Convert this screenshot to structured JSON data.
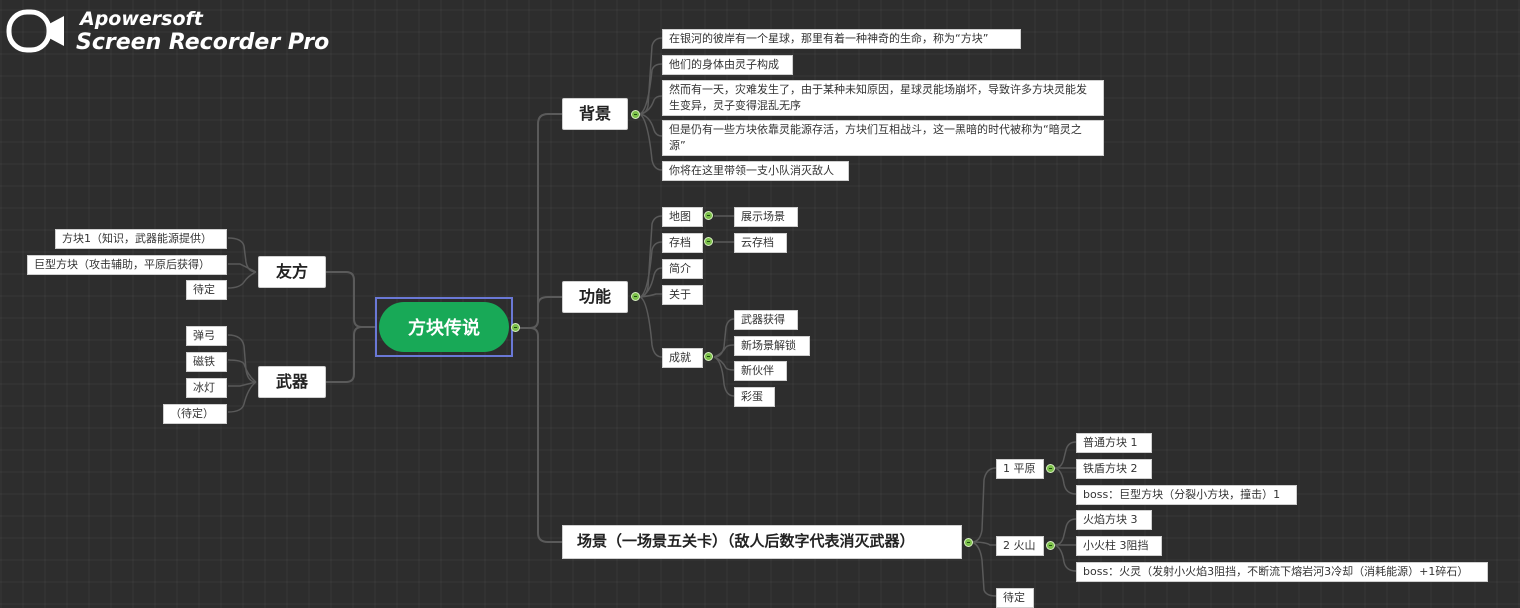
{
  "watermark": {
    "brand": "Apowersoft",
    "product": "Screen Recorder Pro",
    "icon": "camera-icon"
  },
  "root": "方块传说",
  "left": {
    "friends": {
      "label": "友方",
      "items": [
        "方块1（知识，武器能源提供）",
        "巨型方块（攻击辅助，平原后获得）",
        "待定"
      ]
    },
    "weapons": {
      "label": "武器",
      "items": [
        "弹弓",
        "磁铁",
        "冰灯",
        "（待定）"
      ]
    }
  },
  "background": {
    "label": "背景",
    "items": [
      "在银河的彼岸有一个星球，那里有着一种神奇的生命，称为“方块”",
      "他们的身体由灵子构成",
      "然而有一天，灾难发生了，由于某种未知原因，星球灵能场崩坏，导致许多方块灵能发生变异，灵子变得混乱无序",
      "但是仍有一些方块依靠灵能源存活，方块们互相战斗，这一黑暗的时代被称为“暗灵之源”",
      "你将在这里带领一支小队消灭敌人"
    ]
  },
  "features": {
    "label": "功能",
    "map": {
      "label": "地图",
      "child": "展示场景"
    },
    "save": {
      "label": "存档",
      "child": "云存档"
    },
    "intro": "简介",
    "about": "关于",
    "achievements": {
      "label": "成就",
      "items": [
        "武器获得",
        "新场景解锁",
        "新伙伴",
        "彩蛋"
      ]
    }
  },
  "scenes": {
    "label": "场景（一场景五关卡）（敌人后数字代表消灭武器）",
    "plain": {
      "label": "1 平原",
      "items": [
        "普通方块 1",
        "铁盾方块 2",
        "boss：巨型方块（分裂小方块，撞击）1"
      ]
    },
    "volcano": {
      "label": "2 火山",
      "items": [
        "火焰方块 3",
        "小火柱 3阻挡",
        "boss：火灵（发射小火焰3阻挡，不断流下熔岩河3冷却（消耗能源）+1碎石）"
      ]
    },
    "pending": "待定"
  }
}
